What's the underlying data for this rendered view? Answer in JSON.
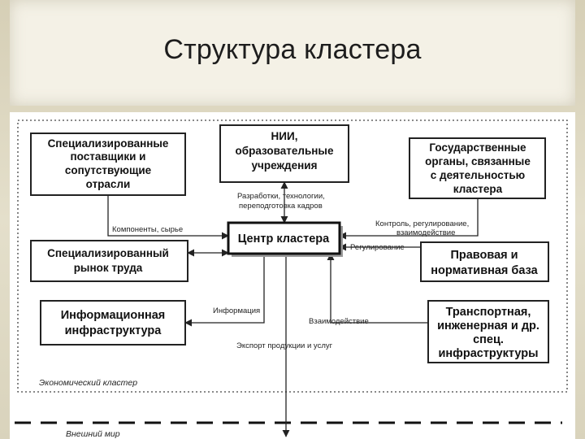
{
  "title": "Структура кластера",
  "boxes": {
    "suppliers": [
      "Специализированные",
      "поставщики и",
      "сопутствующие",
      "отрасли"
    ],
    "nii": [
      "НИИ,",
      "образовательные",
      "учреждения"
    ],
    "government": [
      "Государственные",
      "органы, связанные",
      "с деятельностью",
      "кластера"
    ],
    "labor": [
      "Специализированный",
      "рынок труда"
    ],
    "center": [
      "Центр кластера"
    ],
    "legal": [
      "Правовая и",
      "нормативная база"
    ],
    "info": [
      "Информационная",
      "инфраструктура"
    ],
    "transport": [
      "Транспортная,",
      "инженерная и др.",
      "спец.",
      "инфраструктуры"
    ]
  },
  "labels": {
    "research": [
      "Разработки, технологии,",
      "переподготовка кадров"
    ],
    "components": "Компоненты, сырье",
    "control": [
      "Контроль, регулирование,",
      "взаимодействие"
    ],
    "regulation": "Регулирование",
    "information": "Информация",
    "interaction": "Взаимодействие",
    "export": "Экспорт продукции и услуг"
  },
  "zones": {
    "inner": "Экономический кластер",
    "outer": "Внешний мир"
  }
}
